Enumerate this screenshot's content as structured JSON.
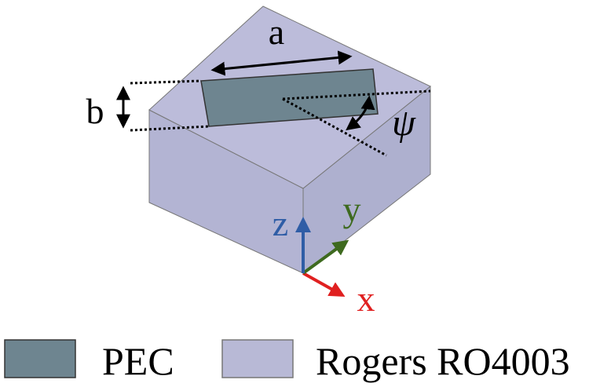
{
  "labels": {
    "a": "a",
    "b": "b",
    "psi": "ψ",
    "x": "x",
    "y": "y",
    "z": "z"
  },
  "legend": [
    {
      "label": "PEC",
      "color": "#6e8590"
    },
    {
      "label": "Rogers RO4003",
      "color": "#b8b9d6"
    }
  ],
  "colors": {
    "substrate_top": "#bcbcda",
    "substrate_left": "#b3b4d3",
    "substrate_right": "#aeb0cf",
    "patch": "#6e8590",
    "axis_x": "#e02020",
    "axis_y": "#3e6a1f",
    "axis_z": "#2f5da6"
  }
}
